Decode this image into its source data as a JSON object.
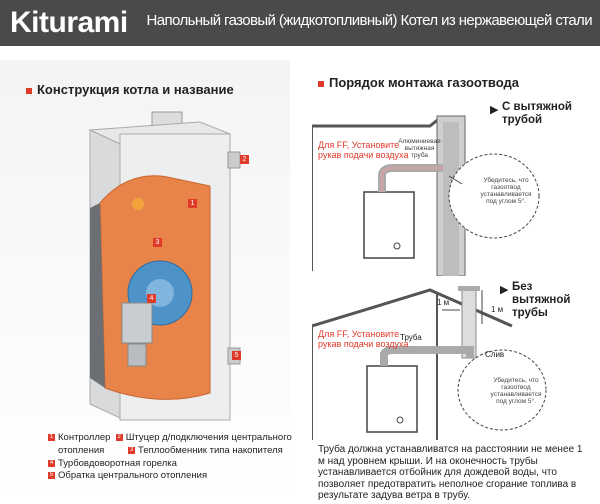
{
  "header": {
    "logo": "Kiturami",
    "title": "Напольный газовый (жидкотопливный) Котел из нержавеющей стали"
  },
  "left": {
    "section_title": "Конструкция котла и название",
    "legend": [
      {
        "num": "1",
        "text": "Контроллер"
      },
      {
        "num": "2",
        "text": "Штуцер д/подключения центрального"
      },
      {
        "num": "",
        "text": "отопления"
      },
      {
        "num": "3",
        "text": "Теплообменник типа накопителя"
      },
      {
        "num": "4",
        "text": "Турбовдоворотная горелка"
      },
      {
        "num": "5",
        "text": "Обратка центрального отопления"
      }
    ],
    "callouts": [
      "1",
      "2",
      "3",
      "4",
      "5"
    ]
  },
  "right": {
    "section_title": "Порядок монтажа газоотвода",
    "case1": {
      "label_line1": "С вытяжной",
      "label_line2": "трубой",
      "ff_line1": "Для FF, Установите",
      "ff_line2": "рукав подачи воздуха",
      "pipe_note": [
        "Алюминиевая",
        "вытяжная",
        "труба"
      ],
      "bubble": [
        "Убедитесь, что",
        "газоотвод",
        "устанавливается",
        "под углом 5°."
      ]
    },
    "case2": {
      "label_line1": "Без",
      "label_line2": "вытяжной",
      "label_line3": "трубы",
      "ff_line1": "Для FF, Установите",
      "ff_line2": "рукав подачи воздуха",
      "pipe": "Труба",
      "drain": "Слив",
      "dim1": "1 м",
      "dim2": "1 м",
      "bubble": [
        "Убедитесь, что",
        "газоотвод",
        "устанавливается",
        "под углом 5°."
      ]
    },
    "note": "Труба должна устанавливатся на расстоянии не менее 1 м над уровнем крыши. И на оконечность трубы устанавливается отбойник для дождевой воды, что позволяет предотвратить неполное сгорание топлива в результате задува ветра в трубу."
  },
  "colors": {
    "accent": "#e03a2b",
    "header_bg": "#4a4a4a",
    "boiler_orange": "#e8834a",
    "burner_blue": "#4d93c8"
  }
}
